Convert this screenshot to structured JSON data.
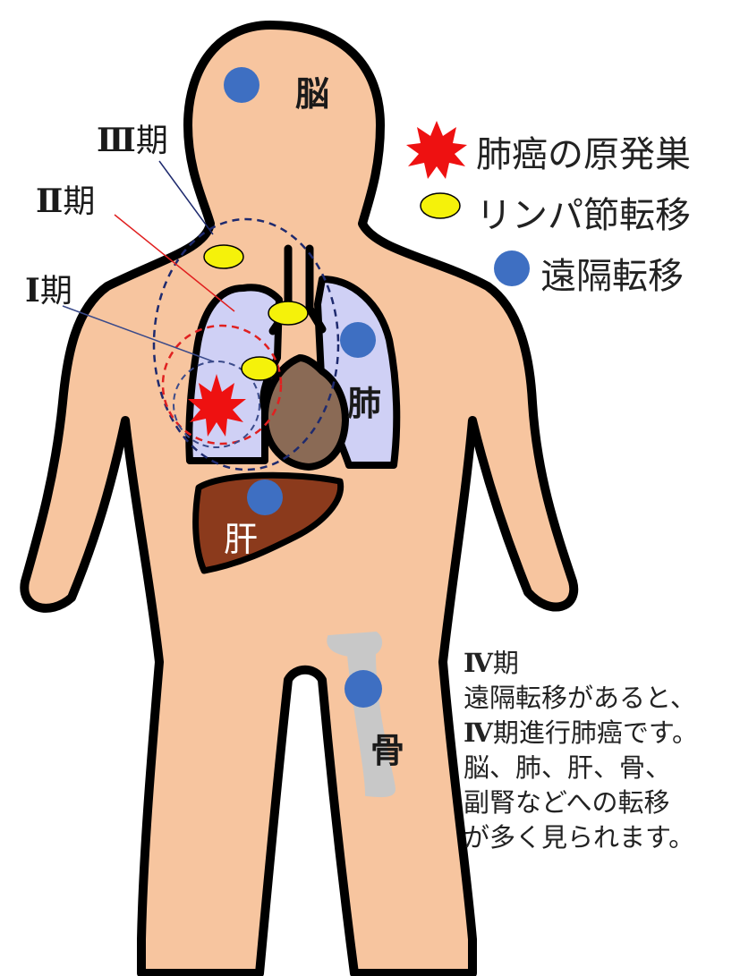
{
  "legend": {
    "primary": "肺癌の原発巣",
    "lymph": "リンパ節転移",
    "distant": "遠隔転移"
  },
  "stages": {
    "s3": {
      "num": "Ⅲ",
      "suffix": "期"
    },
    "s2": {
      "num": "Ⅱ",
      "suffix": "期"
    },
    "s1": {
      "num": "Ⅰ",
      "suffix": "期"
    }
  },
  "organs": {
    "brain": "脳",
    "lung": "肺",
    "liver": "肝",
    "bone": "骨"
  },
  "stage4": {
    "num": "Ⅳ",
    "suffix": "期",
    "line1": "遠隔転移があると、",
    "line2_num": "Ⅳ",
    "line2_rest": "期進行肺癌です。",
    "line3": "脳、肺、肝、骨、",
    "line4": "副腎などへの転移",
    "line5": "が多く見られます。"
  },
  "colors": {
    "skin": "#f7c59f",
    "lung": "#cfd0f5",
    "heart": "#8a6a55",
    "liver": "#8b3a1c",
    "bone": "#c8c8c8",
    "tumor": "#ee1111",
    "lymph_node": "#f5f20a",
    "metastasis": "#3e6fc2",
    "stage_circle_navy": "#1e2a6e",
    "stage_circle_red": "#e02020"
  }
}
